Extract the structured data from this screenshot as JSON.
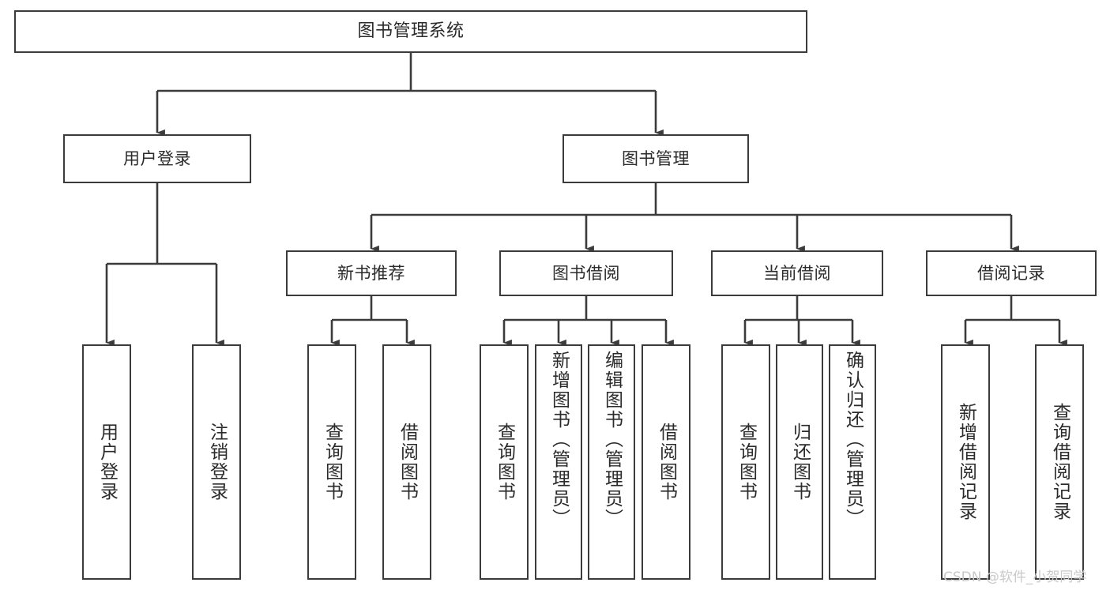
{
  "diagram": {
    "title": "图书管理系统",
    "type": "tree-hierarchy-chart",
    "stroke_color": "#3b3b3b",
    "text_color": "#2b2b2b",
    "background": "#ffffff",
    "watermark": "CSDN @软件_小贺同学"
  },
  "nodes": {
    "root": {
      "label": "图书管理系统"
    },
    "level2": {
      "user_login": {
        "label": "用户登录"
      },
      "book_manage": {
        "label": "图书管理"
      }
    },
    "level3": {
      "new_book_rec": {
        "label": "新书推荐"
      },
      "book_borrow": {
        "label": "图书借阅"
      },
      "current_borrow": {
        "label": "当前借阅"
      },
      "borrow_record": {
        "label": "借阅记录"
      }
    },
    "leaves": {
      "user_login_1": {
        "label": "用户登录"
      },
      "user_login_2": {
        "label": "注销登录"
      },
      "new_book_1": {
        "label": "查询图书"
      },
      "new_book_2": {
        "label": "借阅图书"
      },
      "borrow_1": {
        "label": "查询图书"
      },
      "borrow_2": {
        "label": "新增图书（管理员）"
      },
      "borrow_3": {
        "label": "编辑图书（管理员）"
      },
      "borrow_4": {
        "label": "借阅图书"
      },
      "current_1": {
        "label": "查询图书"
      },
      "current_2": {
        "label": "归还图书"
      },
      "current_3": {
        "label": "确认归还（管理员）"
      },
      "record_1": {
        "label": "新增借阅记录"
      },
      "record_2": {
        "label": "查询借阅记录"
      }
    }
  },
  "chart_data": {
    "type": "tree",
    "title": "图书管理系统",
    "root": "图书管理系统",
    "edges": [
      [
        "图书管理系统",
        "用户登录"
      ],
      [
        "图书管理系统",
        "图书管理"
      ],
      [
        "用户登录",
        "用户登录"
      ],
      [
        "用户登录",
        "注销登录"
      ],
      [
        "图书管理",
        "新书推荐"
      ],
      [
        "图书管理",
        "图书借阅"
      ],
      [
        "图书管理",
        "当前借阅"
      ],
      [
        "图书管理",
        "借阅记录"
      ],
      [
        "新书推荐",
        "查询图书"
      ],
      [
        "新书推荐",
        "借阅图书"
      ],
      [
        "图书借阅",
        "查询图书"
      ],
      [
        "图书借阅",
        "新增图书（管理员）"
      ],
      [
        "图书借阅",
        "编辑图书（管理员）"
      ],
      [
        "图书借阅",
        "借阅图书"
      ],
      [
        "当前借阅",
        "查询图书"
      ],
      [
        "当前借阅",
        "归还图书"
      ],
      [
        "当前借阅",
        "确认归还（管理员）"
      ],
      [
        "借阅记录",
        "新增借阅记录"
      ],
      [
        "借阅记录",
        "查询借阅记录"
      ]
    ],
    "depth": 4,
    "node_count": 20
  }
}
